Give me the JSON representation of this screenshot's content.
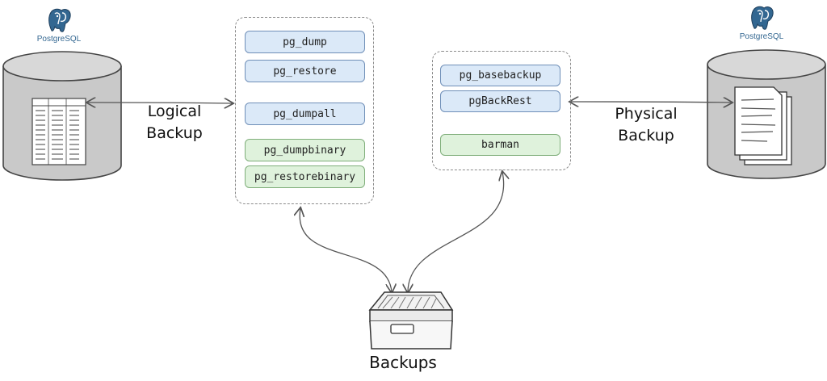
{
  "left_db": {
    "logo_label": "PostgreSQL"
  },
  "right_db": {
    "logo_label": "PostgreSQL"
  },
  "labels": {
    "logical_line1": "Logical",
    "logical_line2": "Backup",
    "physical_line1": "Physical",
    "physical_line2": "Backup",
    "backups": "Backups"
  },
  "logical_tools": [
    {
      "name": "pg_dump",
      "color": "blue"
    },
    {
      "name": "pg_restore",
      "color": "blue"
    },
    {
      "name": "pg_dumpall",
      "color": "blue"
    },
    {
      "name": "pg_dumpbinary",
      "color": "green"
    },
    {
      "name": "pg_restorebinary",
      "color": "green"
    }
  ],
  "physical_tools": [
    {
      "name": "pg_basebackup",
      "color": "blue"
    },
    {
      "name": "pgBackRest",
      "color": "blue"
    },
    {
      "name": "barman",
      "color": "green"
    }
  ],
  "colors": {
    "blue_fill": "#dbe9f8",
    "green_fill": "#dff2dc",
    "cylinder_fill": "#c9c9c9",
    "postgres_blue": "#336791"
  }
}
